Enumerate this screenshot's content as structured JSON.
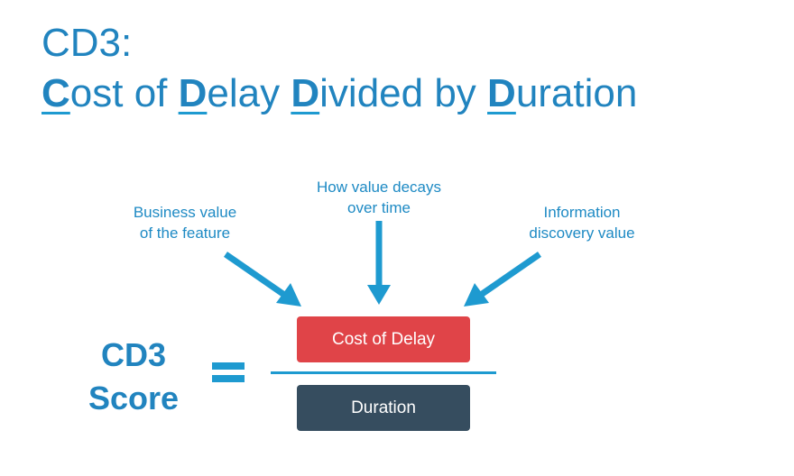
{
  "title": {
    "line1": "CD3:",
    "line2": [
      {
        "key": "C",
        "rest": "ost of "
      },
      {
        "key": "D",
        "rest": "elay "
      },
      {
        "key": "D",
        "rest": "ivided by "
      },
      {
        "key": "D",
        "rest": "uration"
      }
    ]
  },
  "annotations": {
    "left": [
      "Business value",
      "of the feature"
    ],
    "middle": [
      "How value decays",
      "over time"
    ],
    "right": [
      "Information",
      "discovery value"
    ]
  },
  "formula": {
    "lhs": [
      "CD3",
      "Score"
    ],
    "numerator": "Cost of Delay",
    "denominator": "Duration"
  },
  "colors": {
    "title": "#2184bf",
    "accent": "#1e9ad0",
    "numerator": "#e04448",
    "denominator": "#364d5f"
  }
}
